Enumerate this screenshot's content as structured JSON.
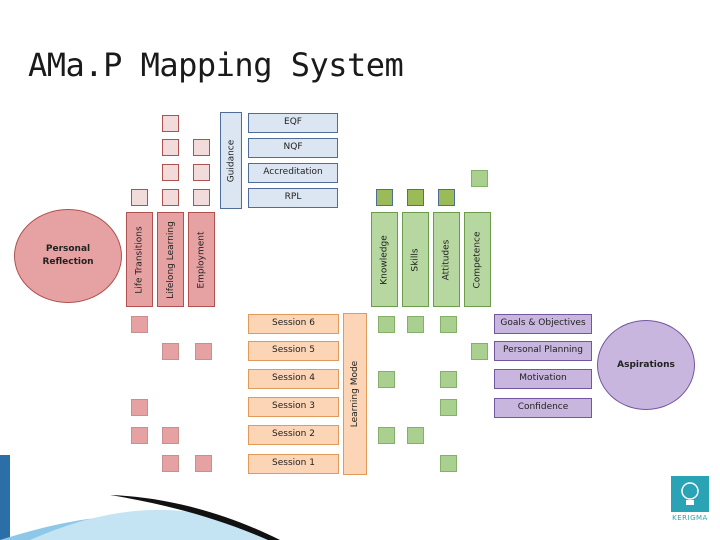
{
  "title": "AMa.P Mapping System",
  "guidance": {
    "label": "Guidance",
    "items": [
      "EQF",
      "NQF",
      "Accreditation",
      "RPL"
    ]
  },
  "reflection": {
    "circle_label": "Personal Reflection",
    "columns": [
      "Life Transitions",
      "Lifelong Learning",
      "Employment"
    ]
  },
  "ksac": [
    "Knowledge",
    "Skills",
    "Attitudes",
    "Competence"
  ],
  "learning_mode": "Learning Mode",
  "sessions": [
    "Session 6",
    "Session 5",
    "Session 4",
    "Session 3",
    "Session 2",
    "Session 1"
  ],
  "aspiration_items": [
    "Goals & Objectives",
    "Personal Planning",
    "Motivation",
    "Confidence"
  ],
  "aspirations_label": "Aspirations",
  "logo_text": "KERIGMA",
  "colors": {
    "guidance": "#dce6f2",
    "sessions": "#fbd5b5",
    "reflection": "#e6a2a2",
    "ksac": "#b6d7a0",
    "aspirations": "#c8b6df"
  }
}
